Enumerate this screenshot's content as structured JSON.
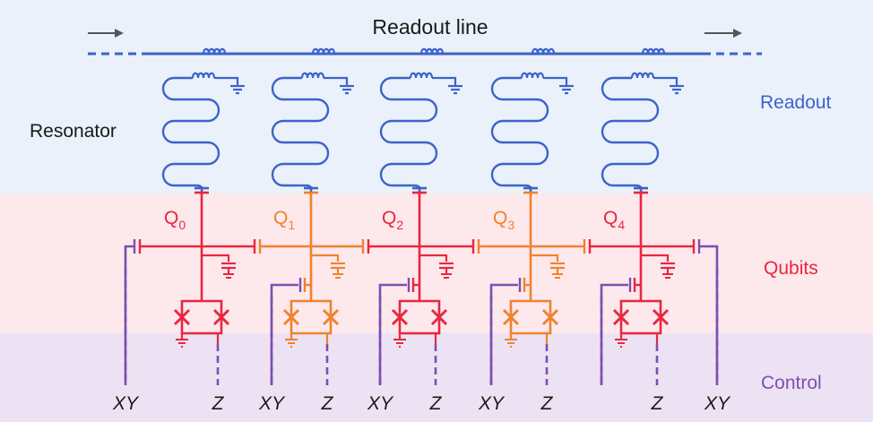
{
  "readout_line_label": "Readout line",
  "resonator_label": "Resonator",
  "regions": {
    "readout": "Readout",
    "qubits": "Qubits",
    "control": "Control"
  },
  "qubits": [
    {
      "name": "Q",
      "index": "0",
      "color": "#e8273f",
      "xy_label": "XY",
      "z_label": "Z"
    },
    {
      "name": "Q",
      "index": "1",
      "color": "#f0822d",
      "xy_label": "XY",
      "z_label": "Z"
    },
    {
      "name": "Q",
      "index": "2",
      "color": "#e8273f",
      "xy_label": "XY",
      "z_label": "Z"
    },
    {
      "name": "Q",
      "index": "3",
      "color": "#f0822d",
      "xy_label": "XY",
      "z_label": "Z"
    },
    {
      "name": "Q",
      "index": "4",
      "color": "#e8273f",
      "xy_label": "",
      "z_label": "Z"
    }
  ],
  "extra_xy_label": "XY",
  "colors": {
    "readout_bg": "#eaf1fb",
    "qubits_bg": "#fde8ec",
    "control_bg": "#ece2f3",
    "readout_blue": "#3d63c9",
    "qubit_red": "#e8273f",
    "qubit_orange": "#f0822d",
    "control_purple": "#7b4fb2",
    "arrow_gray": "#555555"
  }
}
